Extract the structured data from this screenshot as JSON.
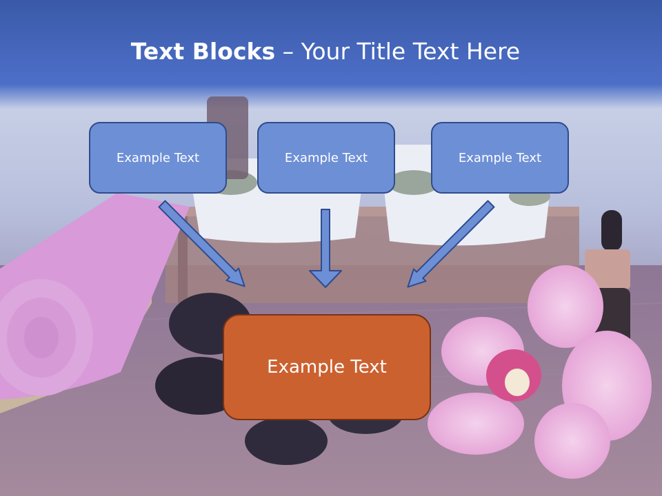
{
  "slide": {
    "title_bold": "Text Blocks",
    "title_separator": " – ",
    "title_rest": "Your Title Text Here"
  },
  "blocks": {
    "top": [
      {
        "label": "Example Text"
      },
      {
        "label": "Example Text"
      },
      {
        "label": "Example Text"
      }
    ],
    "bottom": {
      "label": "Example Text"
    }
  },
  "colors": {
    "title_band": "#4a6cc4",
    "top_box_fill": "#6d8fd6",
    "top_box_border": "#2f4b8c",
    "bottom_box_fill": "#cc6130",
    "bottom_box_border": "#7a3212",
    "arrow_fill": "#6d8fd6",
    "arrow_stroke": "#2f4b8c"
  }
}
